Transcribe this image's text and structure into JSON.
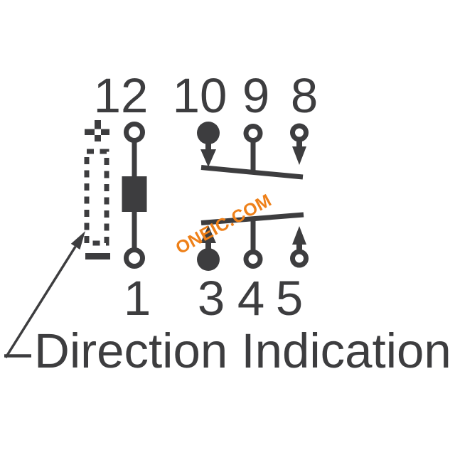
{
  "diagram": {
    "title_hidden": "",
    "caption": "Direction Indication",
    "watermark": "ONEIC.COM",
    "coil": {
      "top_pin": "12",
      "bottom_pin": "1",
      "polarity_top": "+",
      "polarity_bottom": "−"
    },
    "contacts": {
      "top_row_pins": [
        "10",
        "9",
        "8"
      ],
      "bottom_row_pins": [
        "3",
        "4",
        "5"
      ]
    }
  },
  "colors": {
    "ink": "#3d3d3f",
    "watermark": "#ee8019",
    "bg": "#ffffff"
  }
}
